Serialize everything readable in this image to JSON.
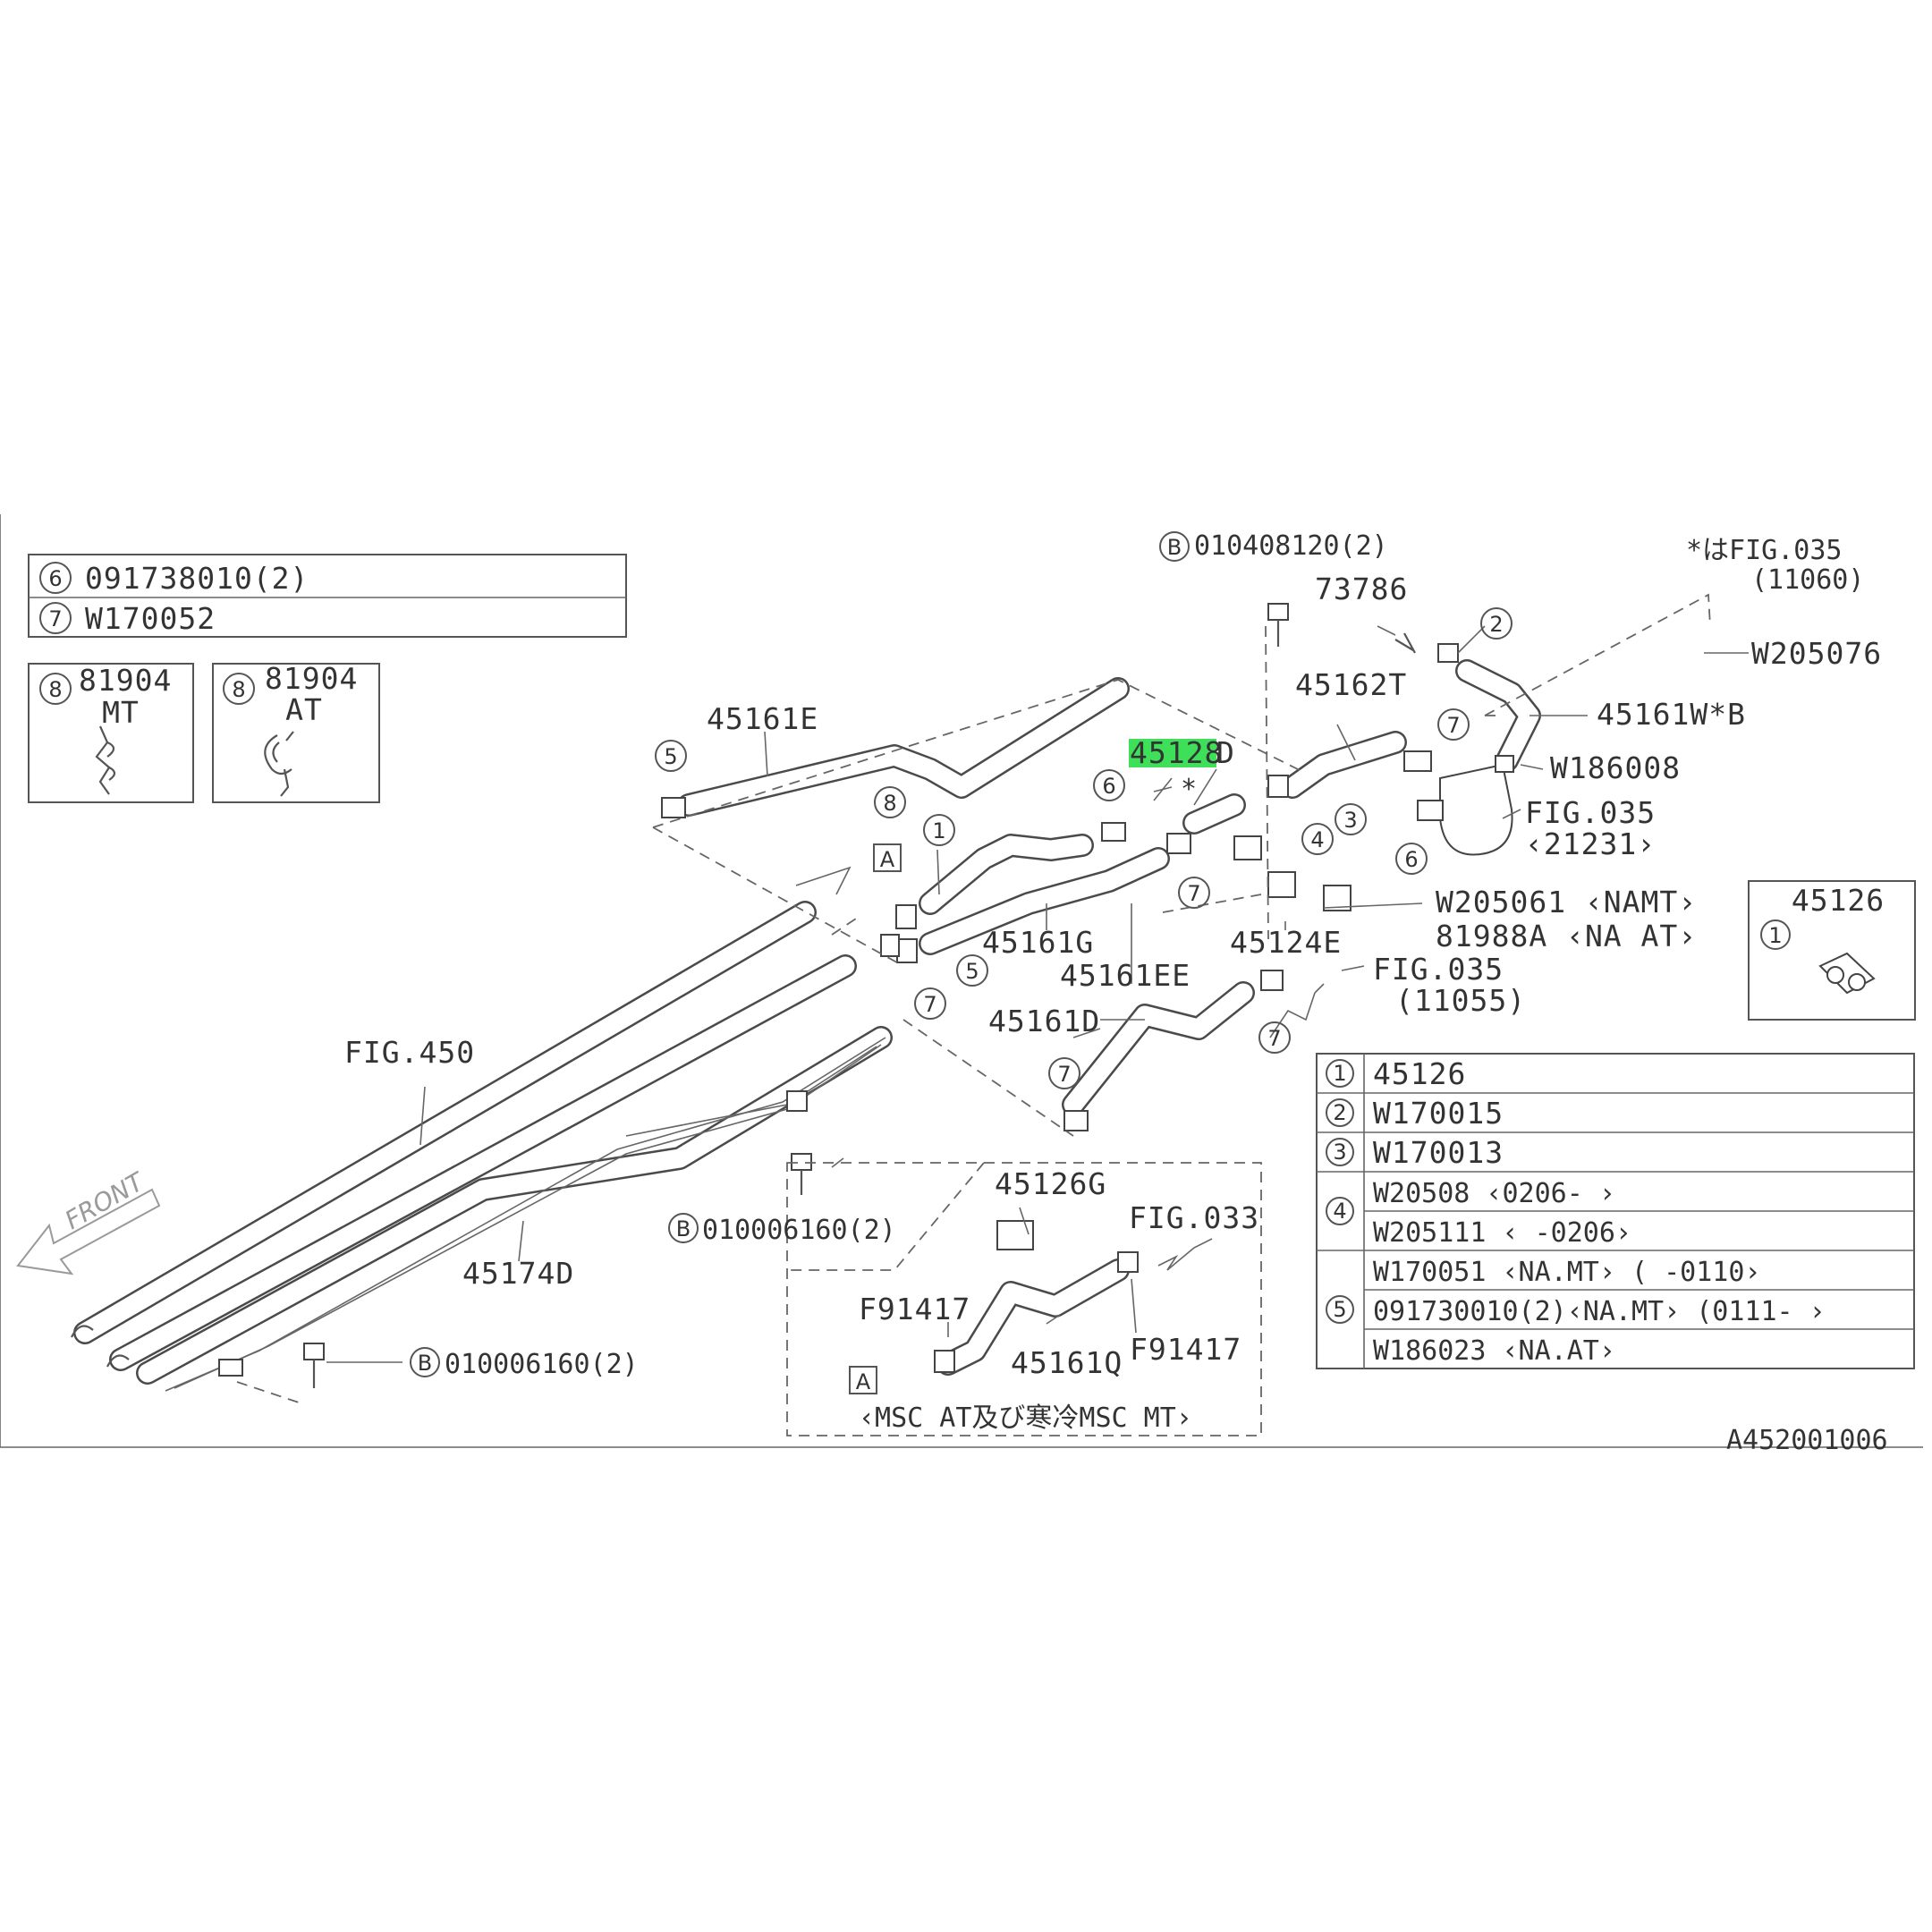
{
  "figure_id": "A452001006",
  "highlight_color": "#3ee05a",
  "legend_top": [
    {
      "num": "6",
      "part": "091738010(2)"
    },
    {
      "num": "7",
      "part": "W170052"
    }
  ],
  "clip_boxes": [
    {
      "num": "8",
      "part": "81904",
      "variant": "MT"
    },
    {
      "num": "8",
      "part": "81904",
      "variant": "AT"
    }
  ],
  "clamp_box": {
    "part": "45126",
    "num": "1"
  },
  "legend_right": [
    {
      "num": "1",
      "text": "45126"
    },
    {
      "num": "2",
      "text": "W170015"
    },
    {
      "num": "3",
      "text": "W170013"
    },
    {
      "num": "4",
      "text": "W20508 ‹0206-      ›"
    },
    {
      "num": "",
      "text": "W205111 ‹      -0206›"
    },
    {
      "num": "",
      "text": "W170051 ‹NA.MT› (      -0110›"
    },
    {
      "num": "5",
      "text": "091730010(2)‹NA.MT› (0111-       ›"
    },
    {
      "num": "",
      "text": "W186023 ‹NA.AT›"
    }
  ],
  "callouts": {
    "bolt_top": "010408120(2)",
    "bolt_mid": "010006160(2)",
    "bolt_low": "010006160(2)",
    "b_mark": "B",
    "p73786": "73786",
    "fig035_note": "*はFIG.035",
    "fig035_note2": "(11060)",
    "w205076": "W205076",
    "p45161w": "45161W*B",
    "w186008": "W186008",
    "fig035_a": "FIG.035",
    "fig035_a2": "‹21231›",
    "p45162t": "45162T",
    "p45128d_hi": "45128",
    "p45128d_suffix": "D",
    "star": "*",
    "w205061": "W205061 ‹NAMT›",
    "p81988a": "81988A ‹NA AT›",
    "p45124e": "45124E",
    "fig035_b": "FIG.035",
    "fig035_b2": "(11055)",
    "p45161e": "45161E",
    "p45161g": "45161G",
    "p45161ee": "45161EE",
    "p45161d": "45161D",
    "fig450": "FIG.450",
    "p45174d": "45174D",
    "front": "FRONT",
    "mark_a": "A",
    "p45126g": "45126G",
    "fig033": "FIG.033",
    "f91417_left": "F91417",
    "f91417_right": "F91417",
    "p45161q": "45161Q",
    "msc_note": "‹MSC AT及び寒冷MSC MT›",
    "n1": "1",
    "n2": "2",
    "n3": "3",
    "n4": "4",
    "n5": "5",
    "n6": "6",
    "n7": "7",
    "n8": "8"
  }
}
